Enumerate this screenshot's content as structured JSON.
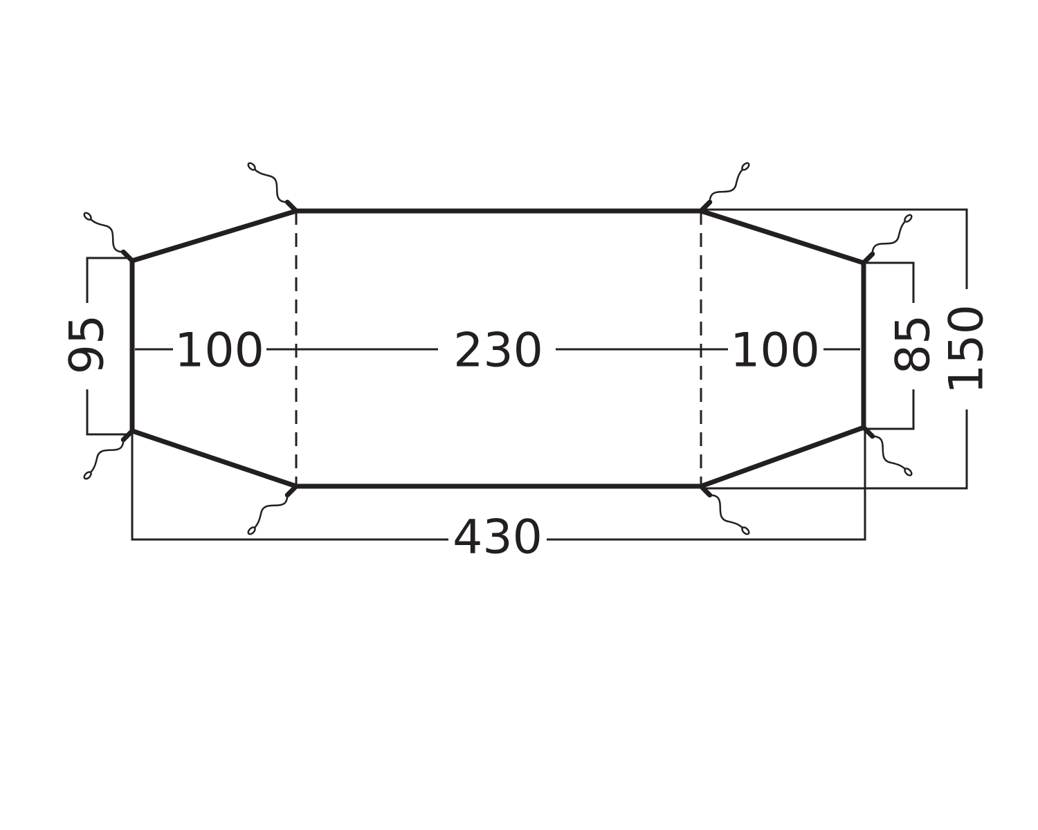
{
  "colors": {
    "ink": "#231f20",
    "background": "#ffffff"
  },
  "dimensions": {
    "left_width": "100",
    "center_width": "230",
    "right_width": "100",
    "total_length": "430",
    "left_end_height": "95",
    "right_end_height": "85",
    "full_height": "150"
  },
  "icons": {
    "guy_line": "guy-line-icon"
  }
}
